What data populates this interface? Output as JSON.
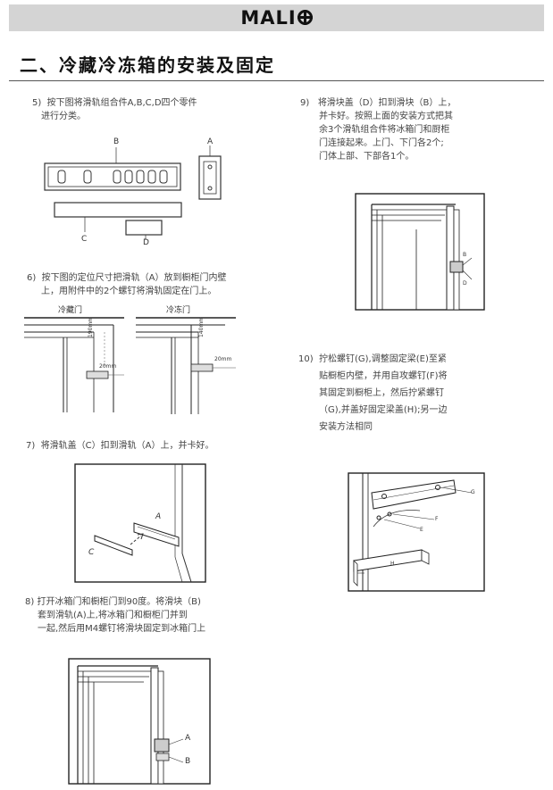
{
  "header": {
    "brand_prefix": "MALI",
    "brand_mark": "brand-mark"
  },
  "section_title": "二、冷藏冷冻箱的安装及固定",
  "steps": {
    "s5": {
      "num": "5)",
      "lines": [
        "按下图将滑轨组合件A,B,C,D四个零件",
        "进行分类。"
      ]
    },
    "s6": {
      "num": "6)",
      "lines": [
        "按下图的定位尺寸把滑轨（A）放到橱柜门内壁",
        "上，用附件中的2个螺钉将滑轨固定在门上。"
      ]
    },
    "s7": {
      "num": "7)",
      "lines": [
        "将滑轨盖（C）扣到滑轨（A）上，并卡好。"
      ]
    },
    "s8": {
      "num": "8)",
      "lines": [
        "打开冰箱门和橱柜门到90度。将滑块（B)",
        "套到滑轨(A)上,将冰箱门和橱柜门并到",
        "一起,然后用M4螺钉将滑块固定到冰箱门上"
      ]
    },
    "s9": {
      "num": "9)",
      "lines": [
        "将滑块盖（D）扣到滑块（B）上，",
        "并卡好。按照上面的安装方式把其",
        "余3个滑轨组合件将冰箱门和厨柜",
        "门连接起来。上门、下门各2个;",
        "门体上部、下部各1个。"
      ]
    },
    "s10": {
      "num": "10)",
      "lines": [
        "拧松螺钉(G),调整固定梁(E)至紧",
        "贴橱柜内壁，并用自攻螺钉(F)将",
        "其固定到橱柜上，然后拧紧螺钉",
        "（G),并盖好固定梁盖(H);另一边",
        "安装方法相同"
      ]
    }
  },
  "figures": {
    "parts": {
      "A": "A",
      "B": "B",
      "C": "C",
      "D": "D"
    },
    "fridge_door_label": "冷藏门",
    "freezer_door_label": "冷冻门",
    "dim_190": "190mm",
    "dim_140": "140mm",
    "dim_20a": "20mm",
    "dim_20b": "20mm",
    "fig7": {
      "A": "A",
      "C": "C"
    },
    "fig8": {
      "A": "A",
      "B": "B"
    },
    "fig9": {
      "B": "B",
      "D": "D"
    },
    "fig10": {
      "G": "G",
      "F": "F",
      "E": "E",
      "H": "H"
    }
  }
}
